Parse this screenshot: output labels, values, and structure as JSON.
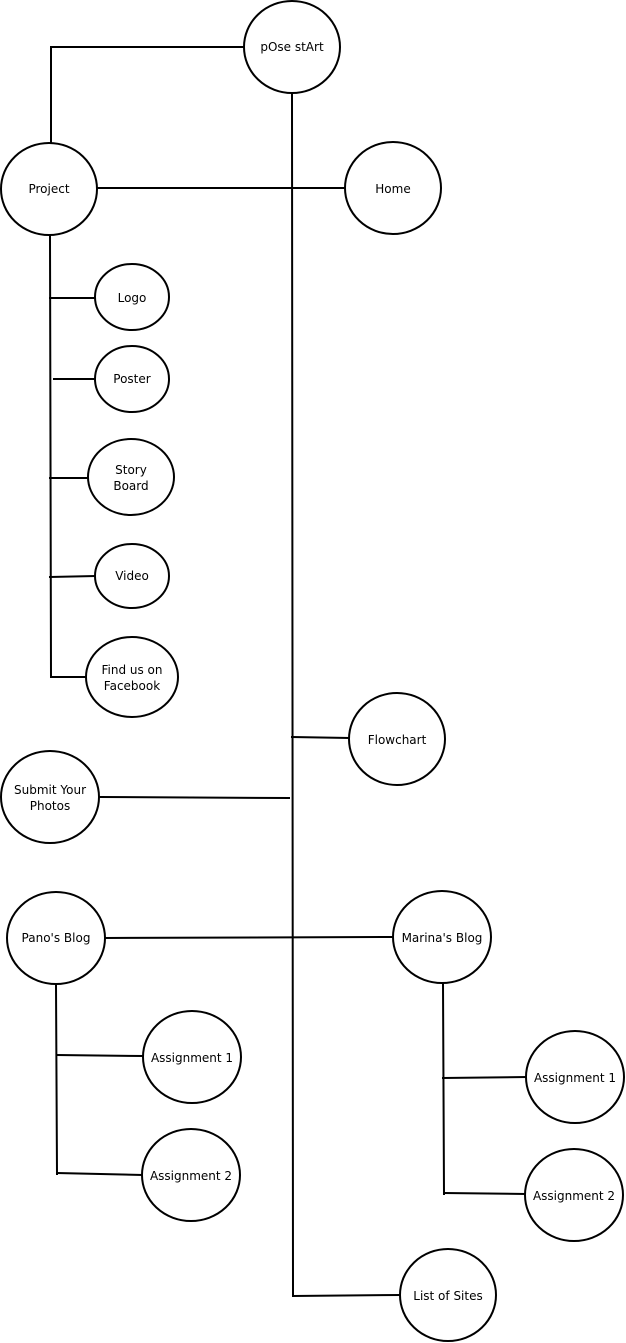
{
  "diagram": {
    "nodes": {
      "pose_start": "pOse stArt",
      "home": "Home",
      "project": "Project",
      "logo": "Logo",
      "poster": "Poster",
      "story_board_1": "Story",
      "story_board_2": "Board",
      "video": "Video",
      "facebook_1": "Find us on",
      "facebook_2": "Facebook",
      "flowchart": "Flowchart",
      "submit_1": "Submit Your",
      "submit_2": "Photos",
      "panos_blog": "Pano's Blog",
      "marinas_blog": "Marina's Blog",
      "pano_assignment_1": "Assignment 1",
      "pano_assignment_2": "Assignment 2",
      "marina_assignment_1": "Assignment 1",
      "marina_assignment_2": "Assignment 2",
      "list_of_sites": "List of Sites"
    },
    "colors": {
      "stroke": "#000000",
      "fill": "#ffffff",
      "background": "#ffffff"
    }
  }
}
